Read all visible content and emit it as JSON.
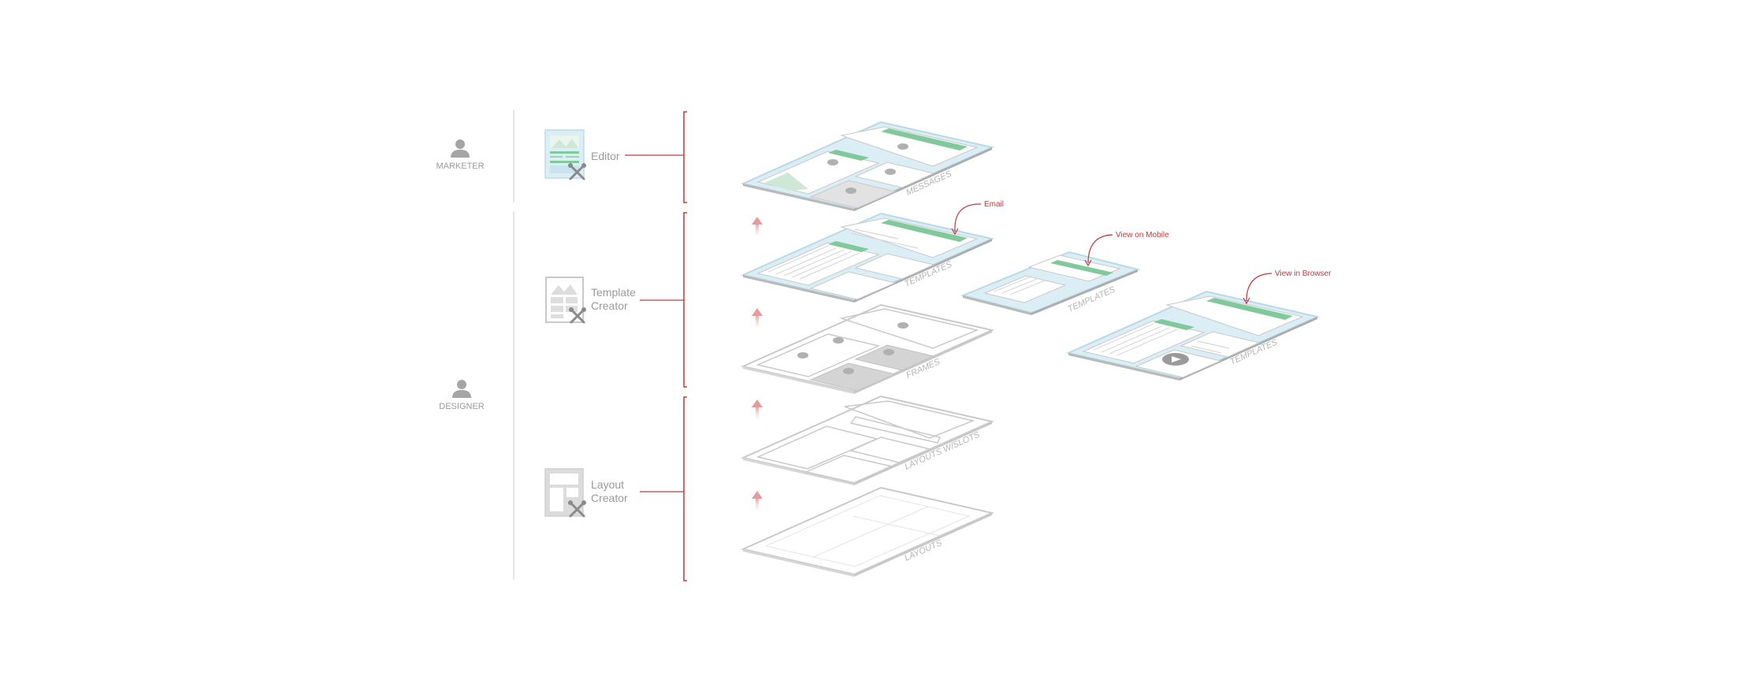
{
  "roles": {
    "marketer": "MARKETER",
    "designer": "DESIGNER"
  },
  "tools": {
    "editor": "Editor",
    "template_creator": [
      "Template",
      "Creator"
    ],
    "layout_creator": [
      "Layout",
      "Creator"
    ]
  },
  "layers": {
    "messages": "MESSAGES",
    "templates": "TEMPLATES",
    "frames": "FRAMES",
    "layouts_slots": "LAYOUTS W/SLOTS",
    "layouts": "LAYOUTS"
  },
  "previews": {
    "mobile_label": "TEMPLATES",
    "browser_label": "TEMPLATES"
  },
  "callouts": {
    "email": "Email",
    "mobile": "View on Mobile",
    "browser": "View in Browser"
  },
  "colors": {
    "accent_red": "#c0393b",
    "arrow_pink": "#e8a0a2",
    "green": "#7fc99b",
    "blue_fill": "#dbeef5",
    "gray": "#9a9a9a"
  }
}
